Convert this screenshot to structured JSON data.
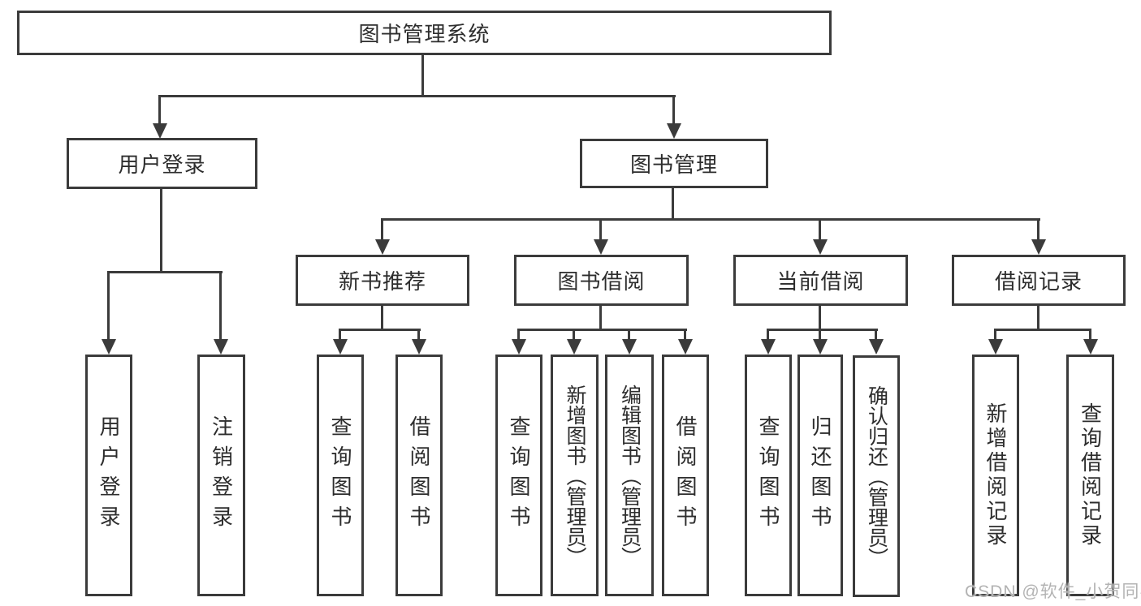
{
  "diagram": {
    "root": {
      "label": "图书管理系统"
    },
    "branches": [
      {
        "label": "用户登录",
        "children": [
          {
            "label": "用户登录"
          },
          {
            "label": "注销登录"
          }
        ]
      },
      {
        "label": "图书管理",
        "groups": [
          {
            "label": "新书推荐",
            "children": [
              {
                "label": "查询图书"
              },
              {
                "label": "借阅图书"
              }
            ]
          },
          {
            "label": "图书借阅",
            "children": [
              {
                "label": "查询图书"
              },
              {
                "label": "新增图书（管理员）"
              },
              {
                "label": "编辑图书（管理员）"
              },
              {
                "label": "借阅图书"
              }
            ]
          },
          {
            "label": "当前借阅",
            "children": [
              {
                "label": "查询图书"
              },
              {
                "label": "归还图书"
              },
              {
                "label": "确认归还（管理员）"
              }
            ]
          },
          {
            "label": "借阅记录",
            "children": [
              {
                "label": "新增借阅记录"
              },
              {
                "label": "查询借阅记录"
              }
            ]
          }
        ]
      }
    ]
  },
  "watermark": {
    "text": "CSDN @软件_小贺同学"
  }
}
